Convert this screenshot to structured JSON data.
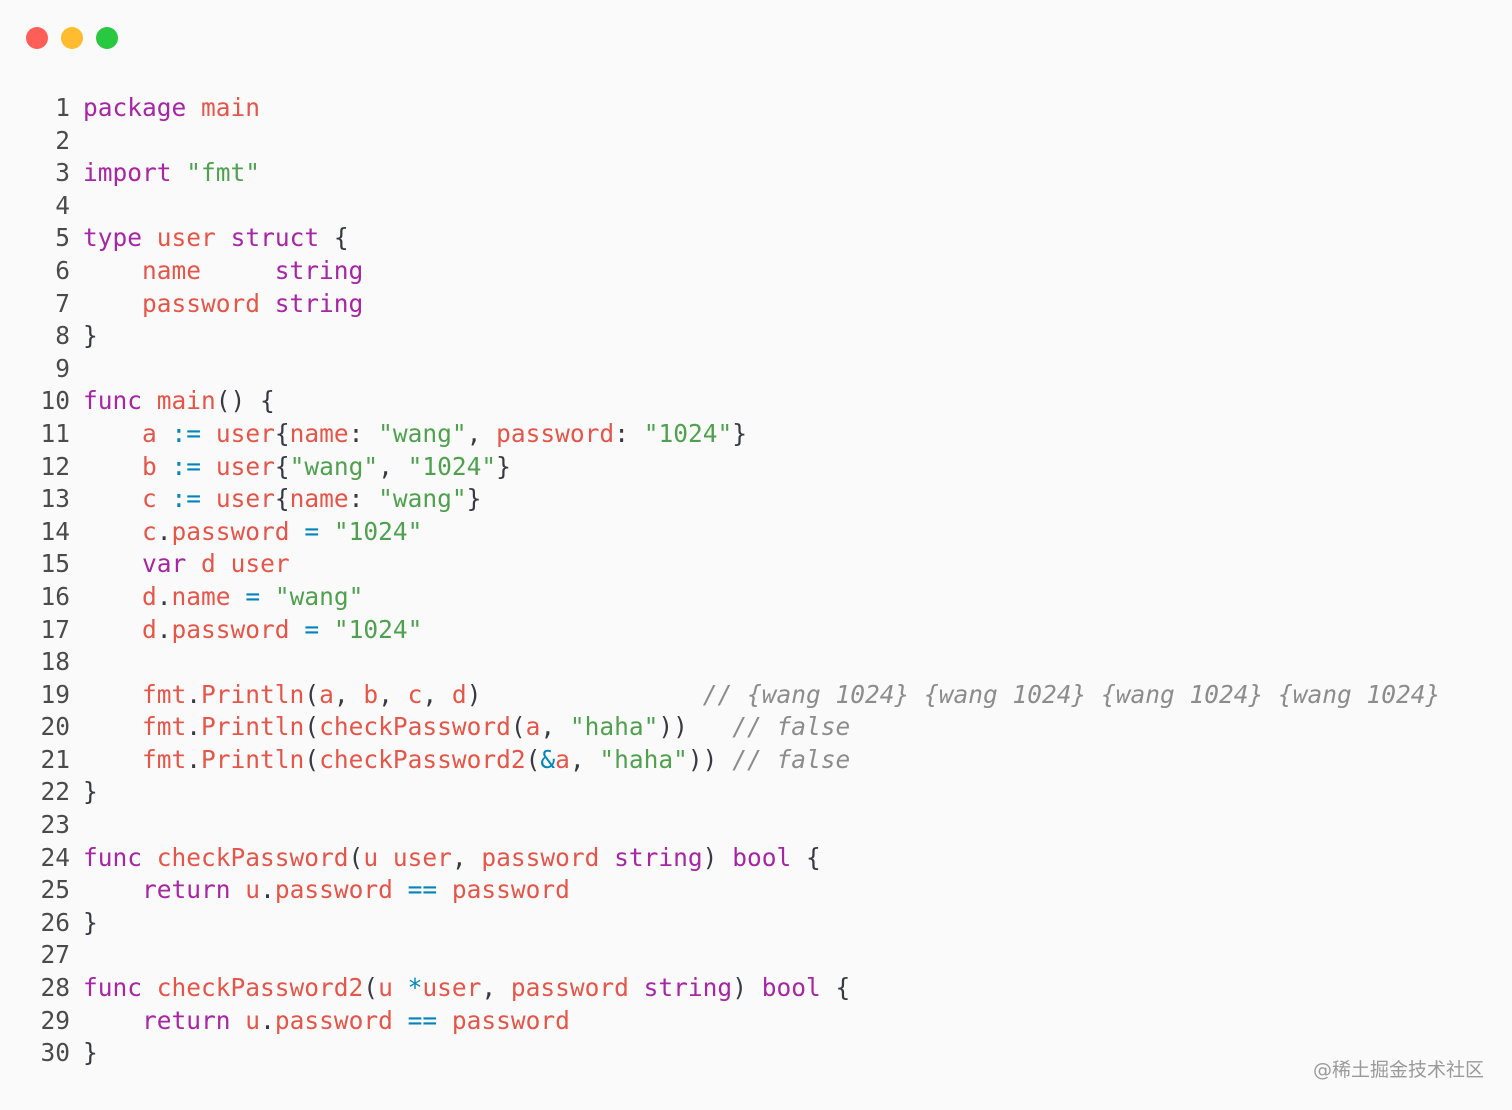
{
  "window": {
    "buttons": [
      "close",
      "minimize",
      "zoom"
    ],
    "colors": {
      "close": "#ff5f57",
      "minimize": "#febc2e",
      "zoom": "#28c840"
    }
  },
  "code": {
    "language": "go",
    "lines": [
      [
        [
          "kw",
          "package"
        ],
        [
          "pun",
          " "
        ],
        [
          "id",
          "main"
        ]
      ],
      [],
      [
        [
          "kw",
          "import"
        ],
        [
          "pun",
          " "
        ],
        [
          "str",
          "\"fmt\""
        ]
      ],
      [],
      [
        [
          "kw",
          "type"
        ],
        [
          "pun",
          " "
        ],
        [
          "id",
          "user"
        ],
        [
          "pun",
          " "
        ],
        [
          "kw",
          "struct"
        ],
        [
          "pun",
          " {"
        ]
      ],
      [
        [
          "pun",
          "    "
        ],
        [
          "id",
          "name"
        ],
        [
          "pun",
          "     "
        ],
        [
          "kw",
          "string"
        ]
      ],
      [
        [
          "pun",
          "    "
        ],
        [
          "id",
          "password"
        ],
        [
          "pun",
          " "
        ],
        [
          "kw",
          "string"
        ]
      ],
      [
        [
          "pun",
          "}"
        ]
      ],
      [],
      [
        [
          "kw",
          "func"
        ],
        [
          "pun",
          " "
        ],
        [
          "id",
          "main"
        ],
        [
          "pun",
          "() {"
        ]
      ],
      [
        [
          "pun",
          "    "
        ],
        [
          "id",
          "a"
        ],
        [
          "pun",
          " "
        ],
        [
          "op",
          ":="
        ],
        [
          "pun",
          " "
        ],
        [
          "id",
          "user"
        ],
        [
          "pun",
          "{"
        ],
        [
          "id",
          "name"
        ],
        [
          "pun",
          ": "
        ],
        [
          "str",
          "\"wang\""
        ],
        [
          "pun",
          ", "
        ],
        [
          "id",
          "password"
        ],
        [
          "pun",
          ": "
        ],
        [
          "str",
          "\"1024\""
        ],
        [
          "pun",
          "}"
        ]
      ],
      [
        [
          "pun",
          "    "
        ],
        [
          "id",
          "b"
        ],
        [
          "pun",
          " "
        ],
        [
          "op",
          ":="
        ],
        [
          "pun",
          " "
        ],
        [
          "id",
          "user"
        ],
        [
          "pun",
          "{"
        ],
        [
          "str",
          "\"wang\""
        ],
        [
          "pun",
          ", "
        ],
        [
          "str",
          "\"1024\""
        ],
        [
          "pun",
          "}"
        ]
      ],
      [
        [
          "pun",
          "    "
        ],
        [
          "id",
          "c"
        ],
        [
          "pun",
          " "
        ],
        [
          "op",
          ":="
        ],
        [
          "pun",
          " "
        ],
        [
          "id",
          "user"
        ],
        [
          "pun",
          "{"
        ],
        [
          "id",
          "name"
        ],
        [
          "pun",
          ": "
        ],
        [
          "str",
          "\"wang\""
        ],
        [
          "pun",
          "}"
        ]
      ],
      [
        [
          "pun",
          "    "
        ],
        [
          "id",
          "c"
        ],
        [
          "pun",
          "."
        ],
        [
          "id",
          "password"
        ],
        [
          "pun",
          " "
        ],
        [
          "op",
          "="
        ],
        [
          "pun",
          " "
        ],
        [
          "str",
          "\"1024\""
        ]
      ],
      [
        [
          "pun",
          "    "
        ],
        [
          "kw",
          "var"
        ],
        [
          "pun",
          " "
        ],
        [
          "id",
          "d"
        ],
        [
          "pun",
          " "
        ],
        [
          "id",
          "user"
        ]
      ],
      [
        [
          "pun",
          "    "
        ],
        [
          "id",
          "d"
        ],
        [
          "pun",
          "."
        ],
        [
          "id",
          "name"
        ],
        [
          "pun",
          " "
        ],
        [
          "op",
          "="
        ],
        [
          "pun",
          " "
        ],
        [
          "str",
          "\"wang\""
        ]
      ],
      [
        [
          "pun",
          "    "
        ],
        [
          "id",
          "d"
        ],
        [
          "pun",
          "."
        ],
        [
          "id",
          "password"
        ],
        [
          "pun",
          " "
        ],
        [
          "op",
          "="
        ],
        [
          "pun",
          " "
        ],
        [
          "str",
          "\"1024\""
        ]
      ],
      [],
      [
        [
          "pun",
          "    "
        ],
        [
          "id",
          "fmt"
        ],
        [
          "pun",
          "."
        ],
        [
          "id",
          "Println"
        ],
        [
          "pun",
          "("
        ],
        [
          "id",
          "a"
        ],
        [
          "pun",
          ", "
        ],
        [
          "id",
          "b"
        ],
        [
          "pun",
          ", "
        ],
        [
          "id",
          "c"
        ],
        [
          "pun",
          ", "
        ],
        [
          "id",
          "d"
        ],
        [
          "pun",
          ")"
        ],
        [
          "pun",
          "               "
        ],
        [
          "cm",
          "// {wang 1024} {wang 1024} {wang 1024} {wang 1024}"
        ]
      ],
      [
        [
          "pun",
          "    "
        ],
        [
          "id",
          "fmt"
        ],
        [
          "pun",
          "."
        ],
        [
          "id",
          "Println"
        ],
        [
          "pun",
          "("
        ],
        [
          "id",
          "checkPassword"
        ],
        [
          "pun",
          "("
        ],
        [
          "id",
          "a"
        ],
        [
          "pun",
          ", "
        ],
        [
          "str",
          "\"haha\""
        ],
        [
          "pun",
          "))"
        ],
        [
          "pun",
          "   "
        ],
        [
          "cm",
          "// false"
        ]
      ],
      [
        [
          "pun",
          "    "
        ],
        [
          "id",
          "fmt"
        ],
        [
          "pun",
          "."
        ],
        [
          "id",
          "Println"
        ],
        [
          "pun",
          "("
        ],
        [
          "id",
          "checkPassword2"
        ],
        [
          "pun",
          "("
        ],
        [
          "op",
          "&"
        ],
        [
          "id",
          "a"
        ],
        [
          "pun",
          ", "
        ],
        [
          "str",
          "\"haha\""
        ],
        [
          "pun",
          "))"
        ],
        [
          "pun",
          " "
        ],
        [
          "cm",
          "// false"
        ]
      ],
      [
        [
          "pun",
          "}"
        ]
      ],
      [],
      [
        [
          "kw",
          "func"
        ],
        [
          "pun",
          " "
        ],
        [
          "id",
          "checkPassword"
        ],
        [
          "pun",
          "("
        ],
        [
          "id",
          "u"
        ],
        [
          "pun",
          " "
        ],
        [
          "id",
          "user"
        ],
        [
          "pun",
          ", "
        ],
        [
          "id",
          "password"
        ],
        [
          "pun",
          " "
        ],
        [
          "kw",
          "string"
        ],
        [
          "pun",
          ") "
        ],
        [
          "kw",
          "bool"
        ],
        [
          "pun",
          " {"
        ]
      ],
      [
        [
          "pun",
          "    "
        ],
        [
          "kw",
          "return"
        ],
        [
          "pun",
          " "
        ],
        [
          "id",
          "u"
        ],
        [
          "pun",
          "."
        ],
        [
          "id",
          "password"
        ],
        [
          "pun",
          " "
        ],
        [
          "op",
          "=="
        ],
        [
          "pun",
          " "
        ],
        [
          "id",
          "password"
        ]
      ],
      [
        [
          "pun",
          "}"
        ]
      ],
      [],
      [
        [
          "kw",
          "func"
        ],
        [
          "pun",
          " "
        ],
        [
          "id",
          "checkPassword2"
        ],
        [
          "pun",
          "("
        ],
        [
          "id",
          "u"
        ],
        [
          "pun",
          " "
        ],
        [
          "op",
          "*"
        ],
        [
          "id",
          "user"
        ],
        [
          "pun",
          ", "
        ],
        [
          "id",
          "password"
        ],
        [
          "pun",
          " "
        ],
        [
          "kw",
          "string"
        ],
        [
          "pun",
          ") "
        ],
        [
          "kw",
          "bool"
        ],
        [
          "pun",
          " {"
        ]
      ],
      [
        [
          "pun",
          "    "
        ],
        [
          "kw",
          "return"
        ],
        [
          "pun",
          " "
        ],
        [
          "id",
          "u"
        ],
        [
          "pun",
          "."
        ],
        [
          "id",
          "password"
        ],
        [
          "pun",
          " "
        ],
        [
          "op",
          "=="
        ],
        [
          "pun",
          " "
        ],
        [
          "id",
          "password"
        ]
      ],
      [
        [
          "pun",
          "}"
        ]
      ]
    ]
  },
  "colors": {
    "background": "#fafafa",
    "keyword": "#a626a4",
    "identifier": "#e45649",
    "string": "#50a14f",
    "operator": "#0184bc",
    "comment": "#8c8c8c"
  },
  "watermark": "@稀土掘金技术社区"
}
